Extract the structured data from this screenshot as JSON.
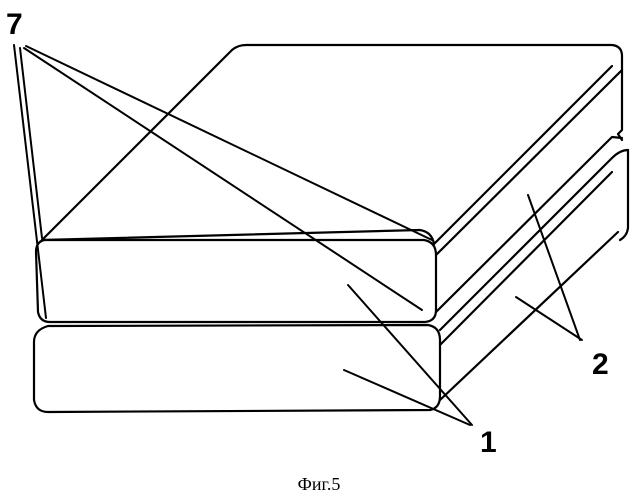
{
  "labels": {
    "label_7": "7",
    "label_2": "2",
    "label_1": "1"
  },
  "caption": "Фиг.5",
  "colors": {
    "ink": "#000000",
    "background": "#ffffff"
  }
}
